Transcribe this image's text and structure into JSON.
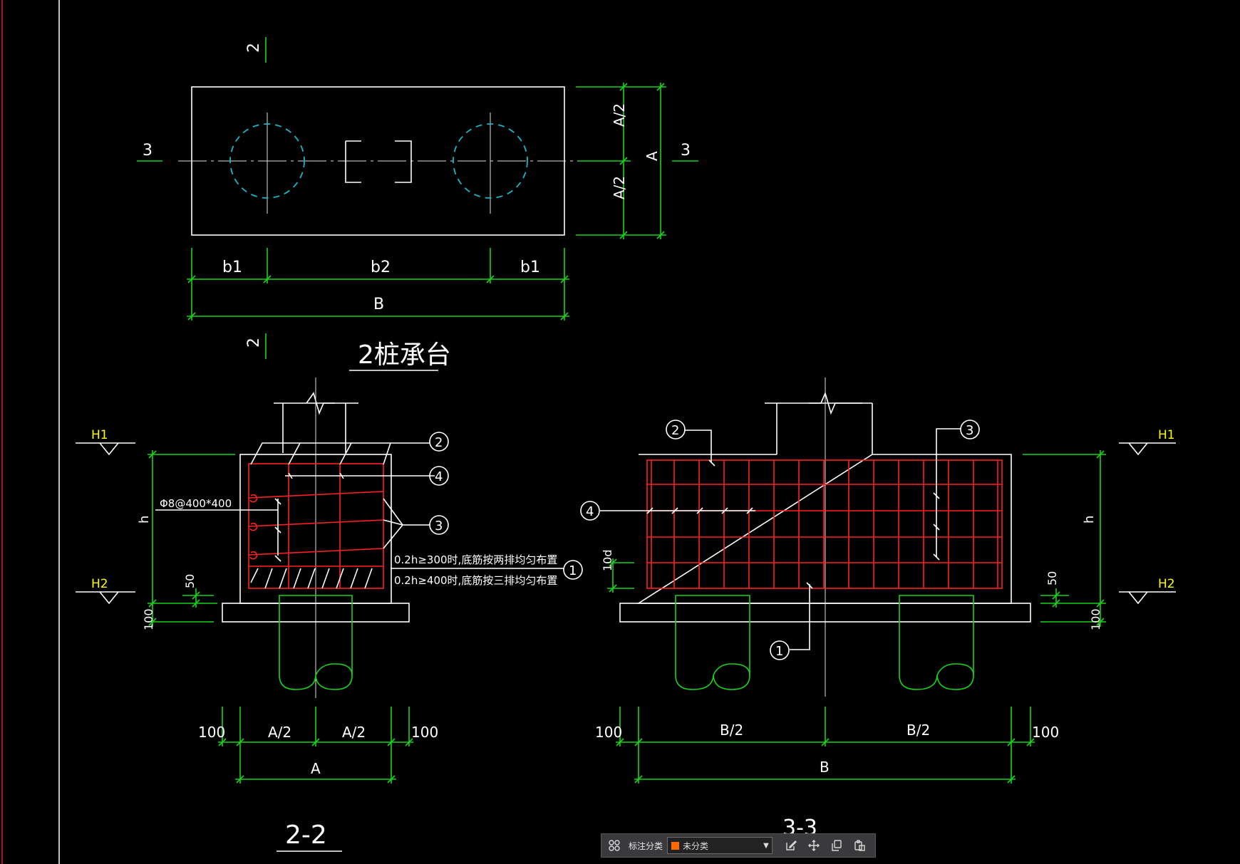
{
  "plan": {
    "section_mark_2": "2",
    "section_mark_3": "3",
    "dim_b1": "b1",
    "dim_b2": "b2",
    "dim_B": "B",
    "dim_A": "A",
    "dim_A_half": "A/2",
    "title": "2桩承台"
  },
  "section_2_2": {
    "label_H1": "H1",
    "label_H2": "H2",
    "label_h": "h",
    "label_50": "50",
    "label_100": "100",
    "stirrup_note": "Φ8@400*400",
    "note_1": "0.2h≥300时,底筋按两排均匀布置",
    "note_2": "0.2h≥400时,底筋按三排均匀布置",
    "callouts": [
      "1",
      "2",
      "3",
      "4"
    ],
    "dim_100": "100",
    "dim_A_half": "A/2",
    "dim_A": "A",
    "title": "2-2"
  },
  "section_3_3": {
    "label_H1": "H1",
    "label_H2": "H2",
    "label_h": "h",
    "label_10d": "10d",
    "label_50": "50",
    "label_100": "100",
    "callouts": [
      "1",
      "2",
      "3",
      "4"
    ],
    "dim_100": "100",
    "dim_B_half": "B/2",
    "dim_B": "B",
    "title": "3-3"
  },
  "toolbar": {
    "label": "标注分类",
    "select_value": "未分类",
    "swatch_color": "#ff6a00",
    "icons": [
      "grid-icon",
      "edit-icon",
      "move-icon",
      "copy-icon",
      "paste-icon"
    ]
  },
  "colors": {
    "background": "#000000",
    "outline": "#ffffff",
    "dimension": "#19d219",
    "rebar": "#ff2020",
    "pile_circle": "#17b7c9",
    "level_label": "#ffff00"
  }
}
